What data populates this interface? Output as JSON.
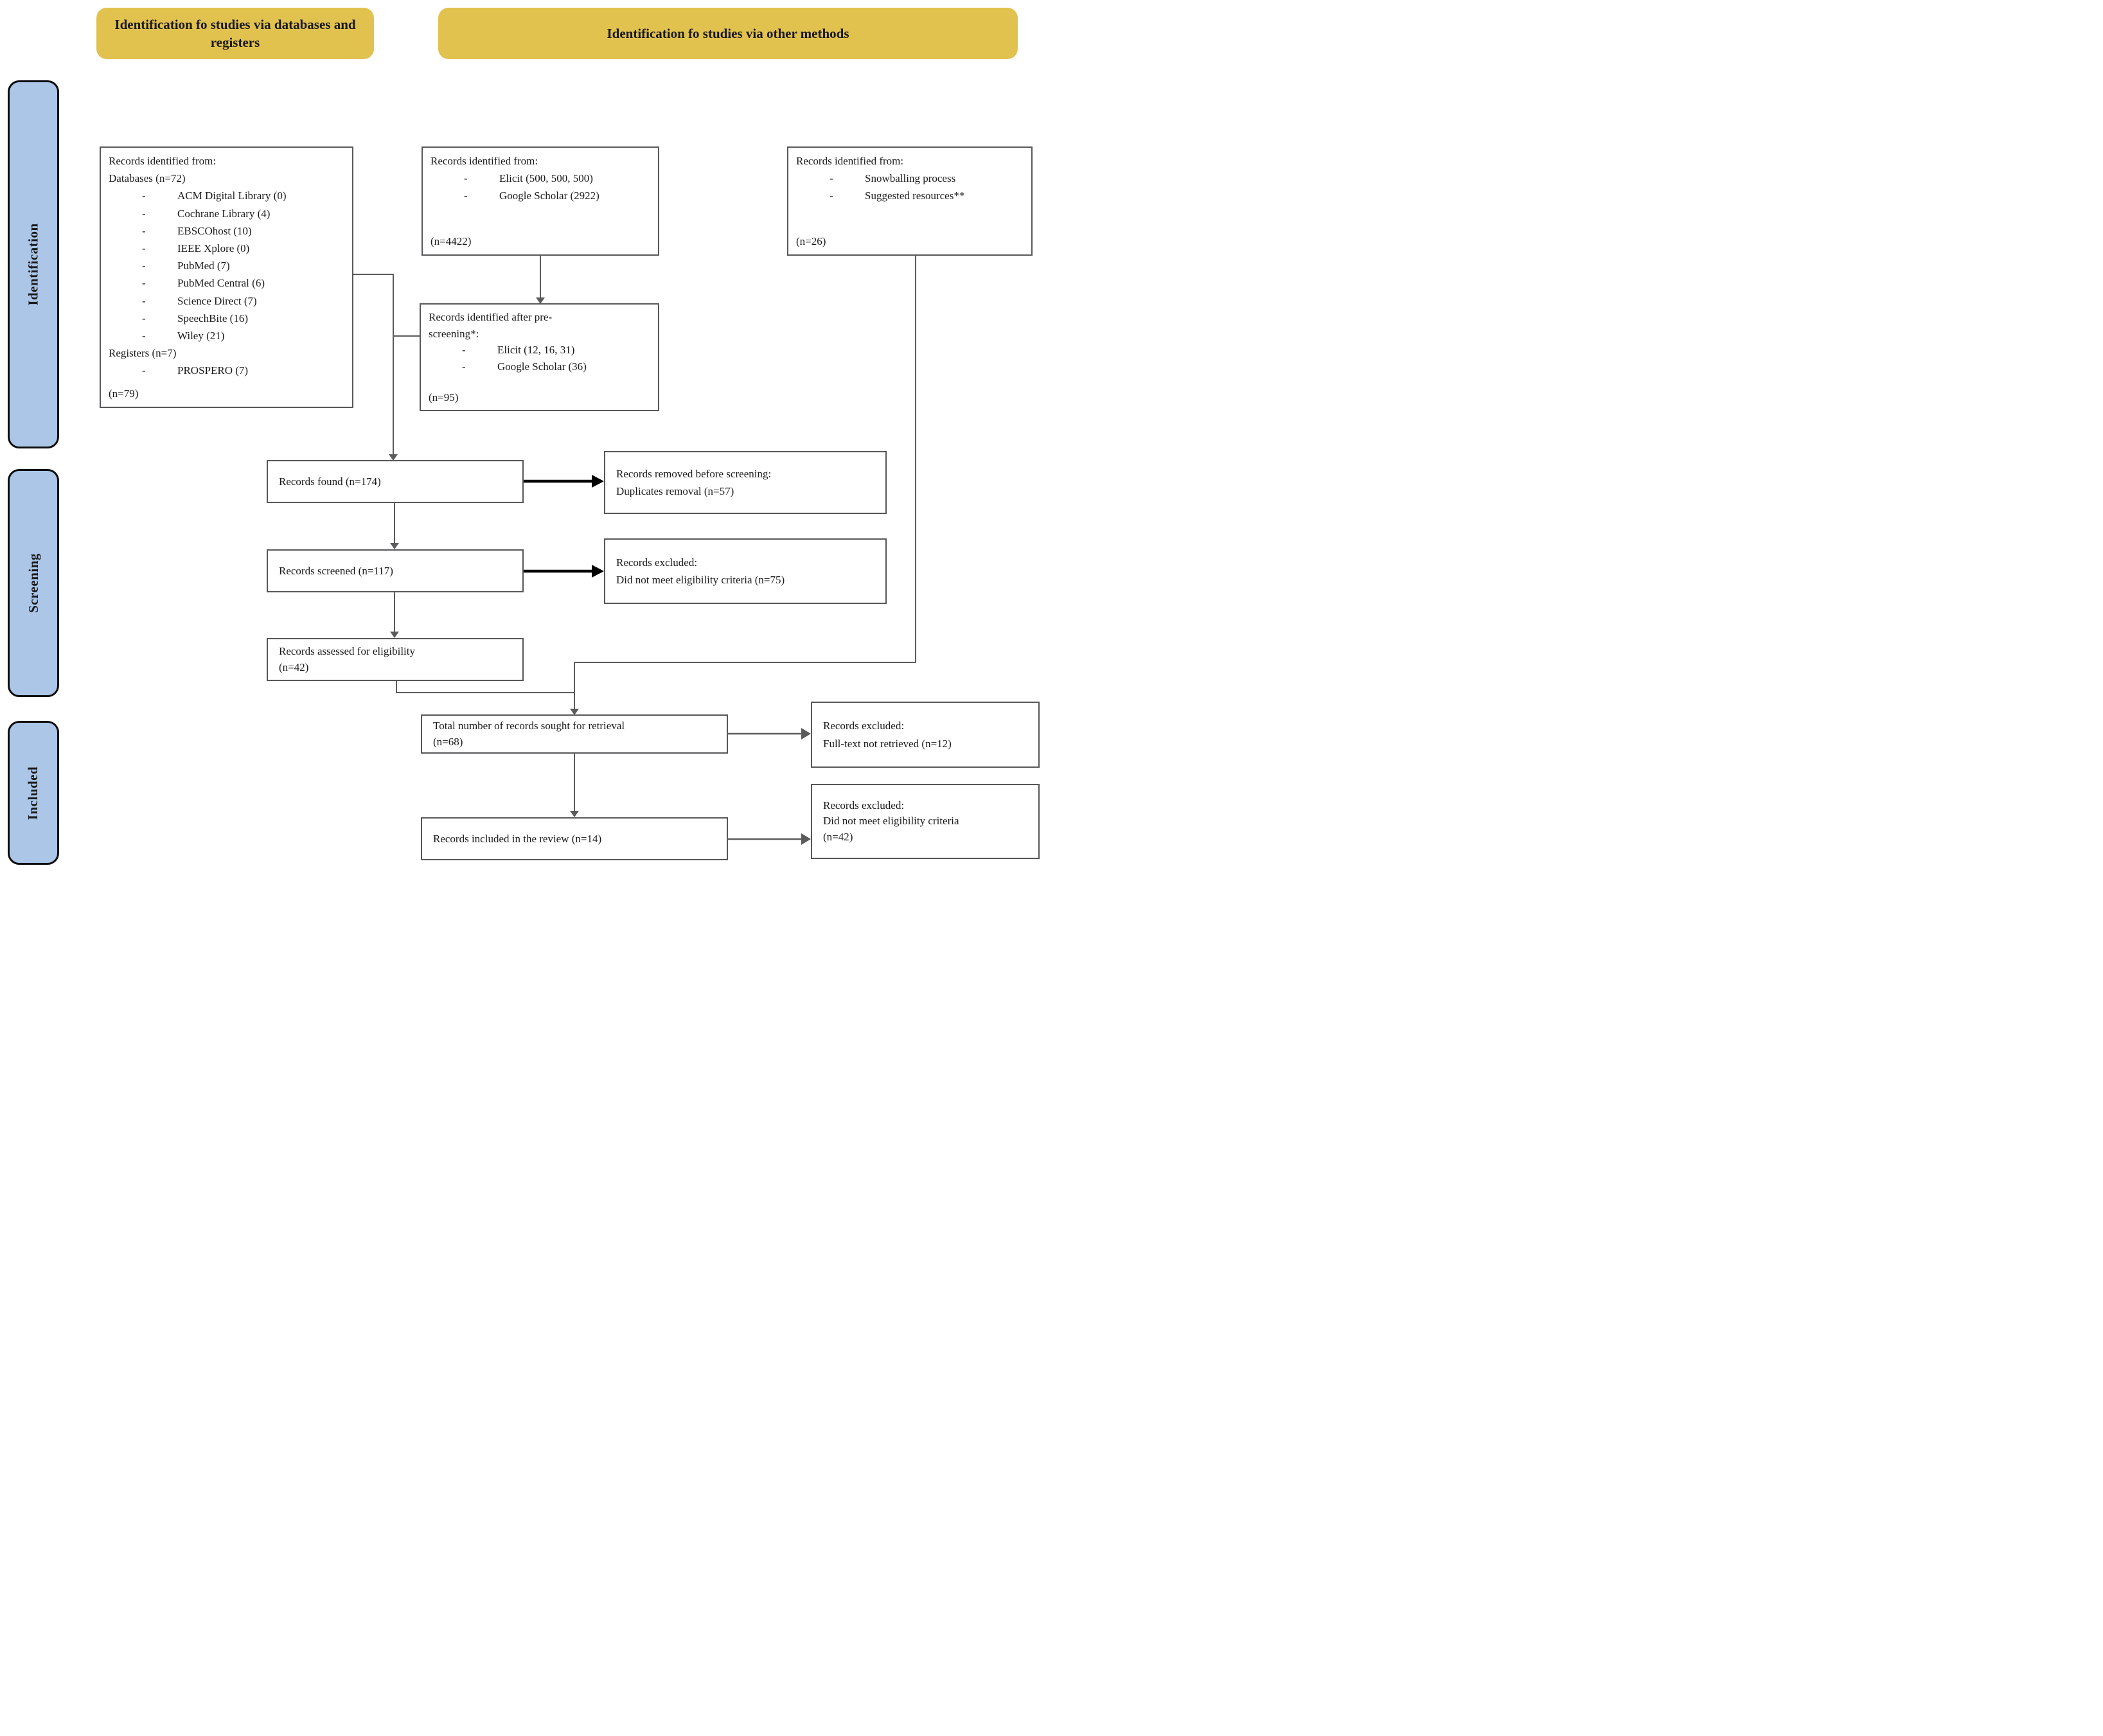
{
  "title": "PRISMA flow diagram",
  "colors": {
    "header_bg": "#E2C24F",
    "stage_bg": "#ACC6E8",
    "box_border": "#57575A",
    "arrow_gray": "#5B5B5B",
    "arrow_black": "#000000",
    "text": "#1A1A1A"
  },
  "headers": {
    "databases": "Identification fo studies via databases and registers",
    "other_methods": "Identification fo studies via other methods"
  },
  "stages": {
    "identification": "Identification",
    "screening": "Screening",
    "included": "Included"
  },
  "boxes": {
    "databases": {
      "intro": "Records identified from:",
      "group1_label": "Databases (n=72)",
      "group1_items": [
        "ACM Digital Library (0)",
        "Cochrane Library (4)",
        "EBSCOhost (10)",
        "IEEE Xplore (0)",
        "PubMed (7)",
        "PubMed Central (6)",
        "Science Direct (7)",
        "SpeechBite (16)",
        "Wiley (21)"
      ],
      "group2_label": "Registers (n=7)",
      "group2_items": [
        "PROSPERO (7)"
      ],
      "total": "(n=79)"
    },
    "other_sources": {
      "intro": "Records identified from:",
      "items": [
        "Elicit (500, 500, 500)",
        "Google Scholar (2922)"
      ],
      "total": "(n=4422)"
    },
    "snowballing": {
      "intro": "Records identified from:",
      "items": [
        "Snowballing process",
        "Suggested resources**"
      ],
      "total": "(n=26)"
    },
    "prescreening": {
      "intro": "Records identified after pre-screening*:",
      "items": [
        "Elicit (12, 16, 31)",
        "Google Scholar (36)"
      ],
      "total": "(n=95)"
    },
    "found": {
      "text": "Records found (n=174)"
    },
    "removed": {
      "line1": "Records removed before screening:",
      "line2": "Duplicates removal (n=57)"
    },
    "screened": {
      "text": "Records screened (n=117)"
    },
    "excluded_screening": {
      "line1": "Records excluded:",
      "line2": "Did not meet eligibility criteria (n=75)"
    },
    "assessed": {
      "line1": "Records assessed for eligibility",
      "line2": "(n=42)"
    },
    "total_retrieval": {
      "line1": "Total number of records sought for retrieval",
      "line2": "(n=68)"
    },
    "excluded_retrieval": {
      "line1": "Records excluded:",
      "line2": "Full-text not retrieved (n=12)"
    },
    "included_review": {
      "text": "Records included in the review (n=14)"
    },
    "excluded_review": {
      "line1": "Records excluded:",
      "line2": "Did not meet eligibility criteria",
      "line3": "(n=42)"
    }
  }
}
